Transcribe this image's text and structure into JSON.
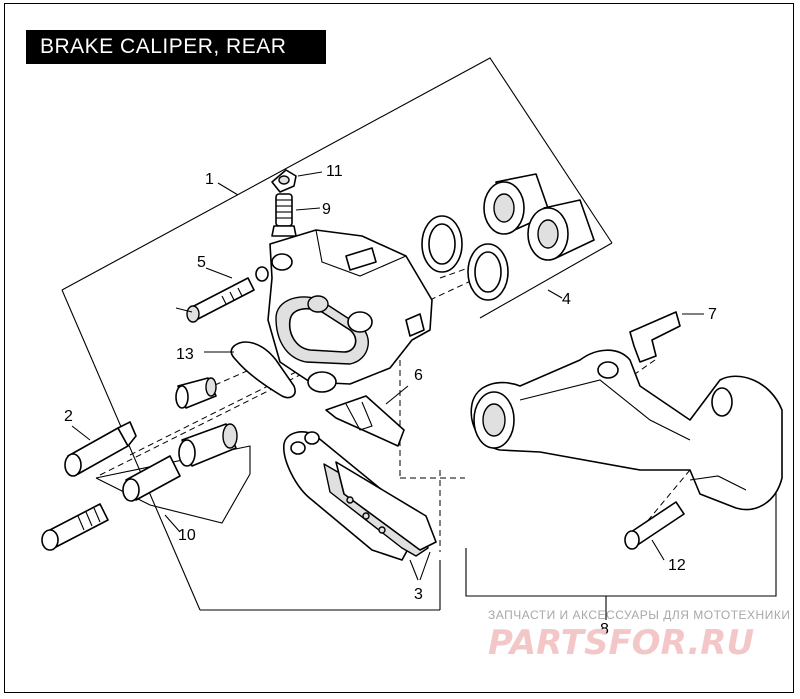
{
  "title": "BRAKE CALIPER, REAR",
  "callouts": [
    {
      "id": "1",
      "label": "1"
    },
    {
      "id": "2",
      "label": "2"
    },
    {
      "id": "3",
      "label": "3"
    },
    {
      "id": "4",
      "label": "4"
    },
    {
      "id": "5",
      "label": "5"
    },
    {
      "id": "6",
      "label": "6"
    },
    {
      "id": "7",
      "label": "7"
    },
    {
      "id": "8",
      "label": "8"
    },
    {
      "id": "9",
      "label": "9"
    },
    {
      "id": "10",
      "label": "10"
    },
    {
      "id": "11",
      "label": "11"
    },
    {
      "id": "12",
      "label": "12"
    },
    {
      "id": "13",
      "label": "13"
    }
  ],
  "watermark": {
    "tagline": "ЗАПЧАСТИ И АКСЕССУАРЫ ДЛЯ МОТОТЕХНИКИ",
    "logo": "PARTSFOR.RU",
    "color": "#f3c7c7"
  }
}
